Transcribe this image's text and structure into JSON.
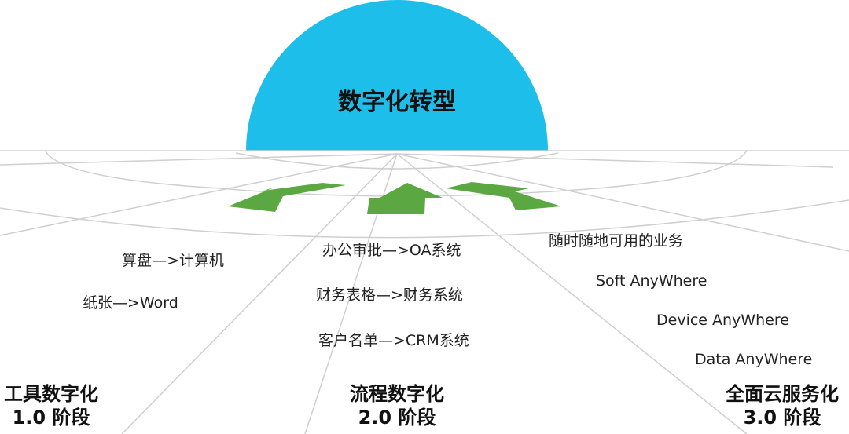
{
  "center": {
    "title": "数字化转型",
    "color": "#1EBEEB"
  },
  "arrow_color": "#5BA843",
  "stages": {
    "stage1": {
      "name": "工具数字化",
      "phase": "1.0 阶段",
      "items": [
        "算盘—>计算机",
        "纸张—>Word"
      ]
    },
    "stage2": {
      "name": "流程数字化",
      "phase": "2.0 阶段",
      "items": [
        "办公审批—>OA系统",
        "财务表格—>财务系统",
        "客户名单—>CRM系统"
      ]
    },
    "stage3": {
      "name": "全面云服务化",
      "phase": "3.0 阶段",
      "items": [
        "随时随地可用的业务",
        "Soft AnyWhere",
        "Device AnyWhere",
        "Data AnyWhere"
      ]
    }
  }
}
